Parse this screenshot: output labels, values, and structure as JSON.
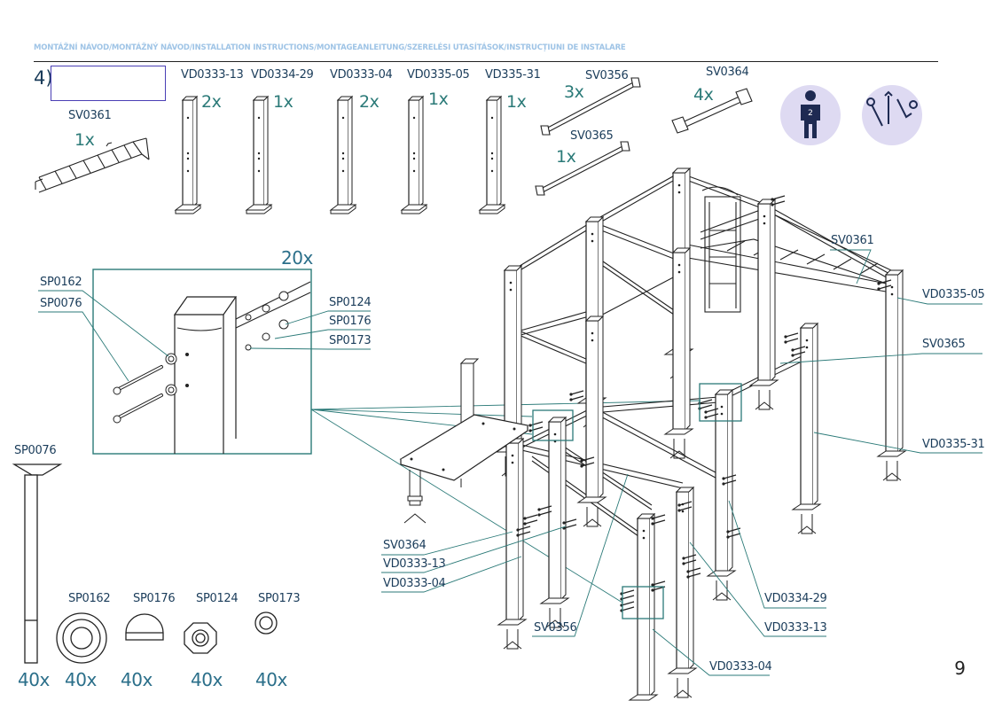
{
  "header": {
    "text": "MONTÁŽNÍ NÁVOD/MONTÁŽNÝ NÁVOD/INSTALLATION INSTRUCTIONS/MONTAGEANLEITUNG/SZERELÉSI UTASÍTÁSOK/INSTRUCȚIUNI DE INSTALARE"
  },
  "step": {
    "number": "4)"
  },
  "parts": [
    {
      "code": "SV0361",
      "qty": "1x"
    },
    {
      "code": "VD0333-13",
      "qty": "2x"
    },
    {
      "code": "VD0334-29",
      "qty": "1x"
    },
    {
      "code": "VD0333-04",
      "qty": "2x"
    },
    {
      "code": "VD0335-05",
      "qty": "1x"
    },
    {
      "code": "VD335-31",
      "qty": "1x"
    },
    {
      "code": "SV0356",
      "qty": "3x"
    },
    {
      "code": "SV0364",
      "qty": "4x"
    },
    {
      "code": "SV0365",
      "qty": "1x"
    }
  ],
  "detail": {
    "qty": "20x",
    "labels": [
      "SP0162",
      "SP0076",
      "SP0124",
      "SP0176",
      "SP0173"
    ]
  },
  "hardware": [
    {
      "code": "SP0076",
      "qty": "40x"
    },
    {
      "code": "SP0162",
      "qty": "40x"
    },
    {
      "code": "SP0176",
      "qty": "40x"
    },
    {
      "code": "SP0124",
      "qty": "40x"
    },
    {
      "code": "SP0173",
      "qty": "40x"
    }
  ],
  "callouts": [
    "SV0361",
    "VD0335-05",
    "SV0365",
    "VD0335-31",
    "SV0364",
    "VD0333-13",
    "VD0333-04",
    "SV0356",
    "VD0334-29",
    "VD0333-13",
    "VD0333-04"
  ],
  "icons": {
    "persons": "two-person-icon",
    "tools": "tools-icon"
  },
  "colors": {
    "accent": "#2b7a78",
    "badge": "#dedaf2",
    "header": "#9fc4e6"
  },
  "page_number": "9"
}
